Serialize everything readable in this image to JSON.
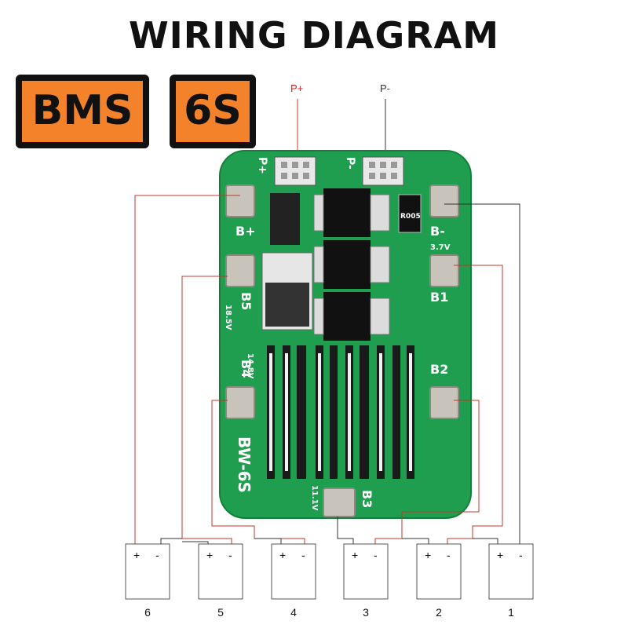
{
  "title": "WIRING DIAGRAM",
  "badges": {
    "bms": "BMS",
    "cells": "6S"
  },
  "terminals": {
    "p_plus": "P+",
    "p_minus": "P-"
  },
  "board": {
    "model": "BW-6S",
    "pads": {
      "b_plus": "B+",
      "b_minus": "B-",
      "b1": "B1",
      "b2": "B2",
      "b3": "B3",
      "b4": "B4",
      "b5": "B5"
    },
    "voltages": [
      "3.7V",
      "18.5V",
      "14.8V",
      "11.1V"
    ],
    "resistor_code": "R005",
    "silk_p_plus": "P+",
    "silk_p_minus": "P-"
  },
  "batteries": [
    {
      "label": "6",
      "plus": "+",
      "minus": "-"
    },
    {
      "label": "5",
      "plus": "+",
      "minus": "-"
    },
    {
      "label": "4",
      "plus": "+",
      "minus": "-"
    },
    {
      "label": "3",
      "plus": "+",
      "minus": "-"
    },
    {
      "label": "2",
      "plus": "+",
      "minus": "-"
    },
    {
      "label": "1",
      "plus": "+",
      "minus": "-"
    }
  ],
  "colors": {
    "pcb": "#1e9e4e",
    "badge": "#f4822b",
    "positive_wire": "#c0392b",
    "negative_wire": "#333333"
  }
}
